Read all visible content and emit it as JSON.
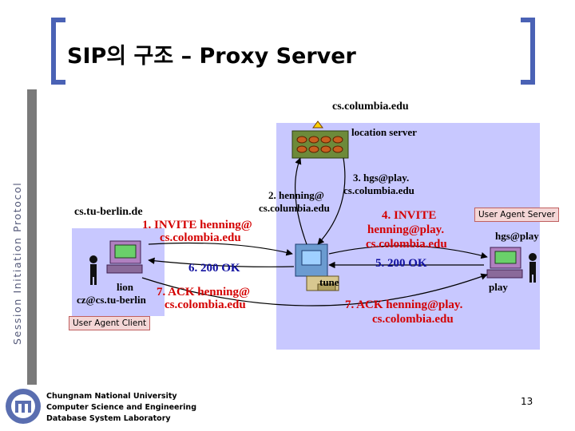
{
  "slide": {
    "title": "SIP의 구조 – Proxy Server",
    "side_label": "Session Initiation Protocol",
    "page_number": "13"
  },
  "footer": {
    "line1": "Chungnam National University",
    "line2": "Computer Science and Engineering",
    "line3": "Database System Laboratory"
  },
  "diagram": {
    "domains": {
      "columbia": "cs.columbia.edu",
      "tu_berlin": "cs.tu-berlin.de"
    },
    "nodes": {
      "location_server": "location server",
      "proxy": "tune",
      "client_host": "lion",
      "client_address": "cz@cs.tu-berlin",
      "server_host": "play",
      "server_address": "hgs@play"
    },
    "boxes": {
      "user_agent_client": "User Agent Client",
      "user_agent_server": "User Agent Server"
    },
    "messages": {
      "m1_line1": "1. INVITE henning@",
      "m1_line2": "cs.colombia.edu",
      "m2_line1": "2. henning@",
      "m2_line2": "cs.columbia.edu",
      "m3_line1": "3. hgs@play.",
      "m3_line2": "cs.columbia.edu",
      "m4_line1": "4. INVITE",
      "m4_line2": "henning@play.",
      "m4_line3": "cs.colombia.edu",
      "m5": "5. 200 OK",
      "m6": "6. 200 OK",
      "m7a_line1": "7. ACK henning@",
      "m7a_line2": "cs.colombia.edu",
      "m7b_line1": "7. ACK henning@play.",
      "m7b_line2": "cs.colombia.edu"
    },
    "colors": {
      "columbia_bg": "#c8c8ff",
      "berlin_bg": "#c8c8ff",
      "request_text": "#d40000",
      "response_text": "#1010a0",
      "bracket": "#4a62b5",
      "box_fill": "#f4d6d6"
    }
  }
}
